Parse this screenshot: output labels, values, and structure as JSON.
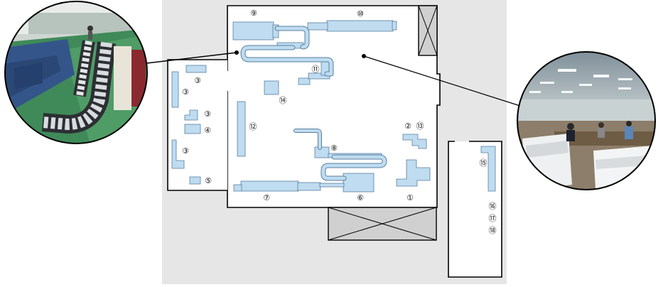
{
  "labels": {
    "n1": "①",
    "n2": "②",
    "n3": "③",
    "n4": "④",
    "n5": "⑤",
    "n6": "⑥",
    "n7": "⑦",
    "n8": "⑧",
    "n9": "⑨",
    "n10": "⑩",
    "n11": "⑪",
    "n12": "⑫",
    "n13": "⑬",
    "n14": "⑭",
    "n15": "⑮",
    "n16": "⑯",
    "n17": "⑰",
    "n18": "⑱"
  },
  "colors": {
    "background_zone": "#e6e6e6",
    "room_fill": "#ffffff",
    "wall": "#000000",
    "machine_fill": "#bfdcf0",
    "machine_stroke": "#5a7fa0",
    "crossed_box_fill": "#c8c8c8"
  },
  "photos": {
    "left": "printing-line-conveyor-photo",
    "right": "packing-workers-photo"
  }
}
